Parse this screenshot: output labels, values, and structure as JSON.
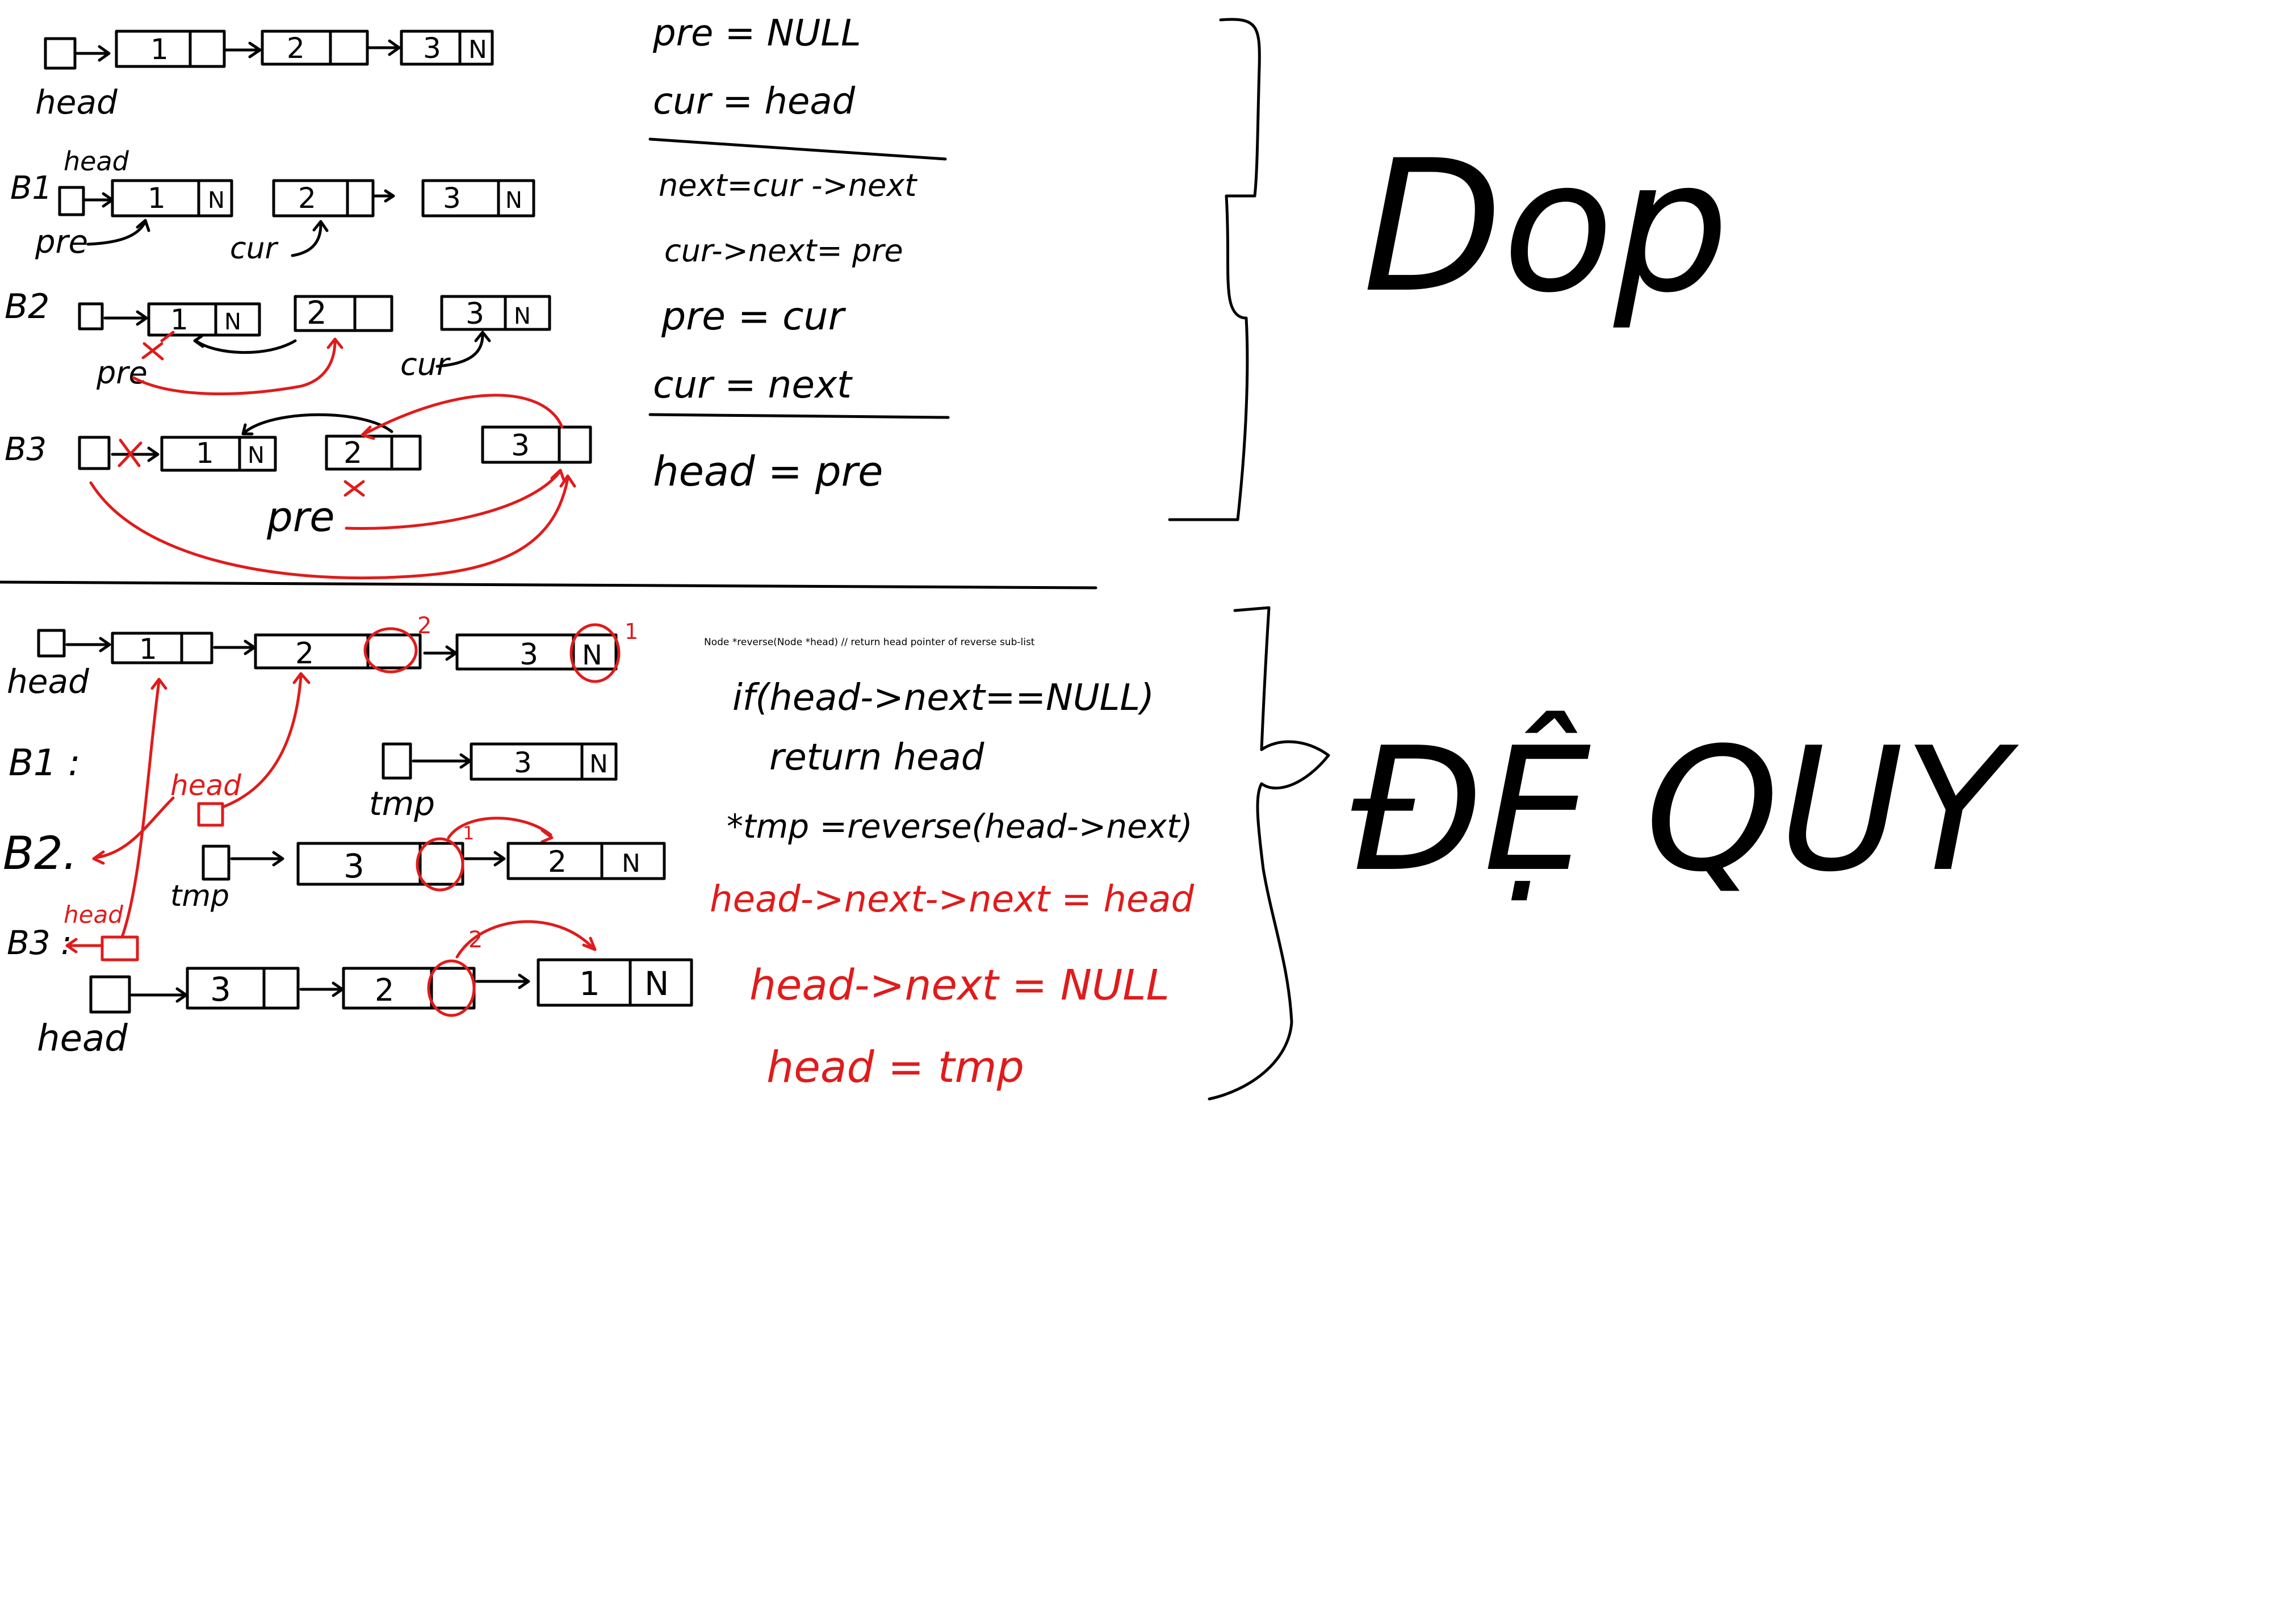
{
  "iterative": {
    "head_label": "head",
    "nodes": [
      {
        "value": "1",
        "next": ""
      },
      {
        "value": "2",
        "next": ""
      },
      {
        "value": "3",
        "next": "N"
      }
    ],
    "steps": {
      "b1": {
        "label": "B1",
        "head": "head",
        "pre": "pre",
        "cur": "cur",
        "nodes": [
          {
            "value": "1",
            "next": "N"
          },
          {
            "value": "2",
            "next": ""
          },
          {
            "value": "3",
            "next": "N"
          }
        ]
      },
      "b2": {
        "label": "B2",
        "pre": "pre",
        "cur": "cur",
        "nodes": [
          {
            "value": "1",
            "next": "N"
          },
          {
            "value": "2",
            "next": ""
          },
          {
            "value": "3",
            "next": "N"
          }
        ]
      },
      "b3": {
        "label": "B3",
        "pre": "pre",
        "nodes": [
          {
            "value": "1",
            "next": "N"
          },
          {
            "value": "2",
            "next": ""
          },
          {
            "value": "3",
            "next": ""
          }
        ]
      }
    },
    "code_init": [
      "pre = NULL",
      "cur = head"
    ],
    "code_loop": [
      "next=cur ->next",
      "cur->next= pre",
      "pre = cur",
      "cur = next"
    ],
    "code_end": "head = pre",
    "method_title": "Dop"
  },
  "recursive": {
    "function_signature": "Node *reverse(Node *head) // return head pointer of reverse sub-list",
    "head_label": "head",
    "nodes": [
      {
        "value": "1",
        "next": ""
      },
      {
        "value": "2",
        "next": ""
      },
      {
        "value": "3",
        "next": "N"
      }
    ],
    "marker_2": "2",
    "marker_1": "1",
    "steps": {
      "b1": {
        "label": "B1 :",
        "tmp": "tmp",
        "nodes": [
          {
            "value": "3",
            "next": "N"
          }
        ]
      },
      "b2": {
        "label": "B2.",
        "tmp": "tmp",
        "head": "head",
        "marker": "1",
        "nodes": [
          {
            "value": "3",
            "next": ""
          },
          {
            "value": "2",
            "next": "N"
          }
        ]
      },
      "b3": {
        "label": "B3 :",
        "head": "head",
        "marker": "2",
        "head_bottom": "head",
        "nodes": [
          {
            "value": "3",
            "next": ""
          },
          {
            "value": "2",
            "next": ""
          },
          {
            "value": "1",
            "next": "N"
          }
        ]
      }
    },
    "code_black": [
      "if(head->next==NULL)",
      "return head",
      "*tmp =reverse(head->next)"
    ],
    "code_red": [
      "head->next->next = head",
      "head->next = NULL",
      "head = tmp"
    ],
    "method_title": "ĐỆ QUY"
  },
  "colors": {
    "ink": "#000000",
    "highlight": "#e01b1b",
    "background": "#ffffff"
  }
}
